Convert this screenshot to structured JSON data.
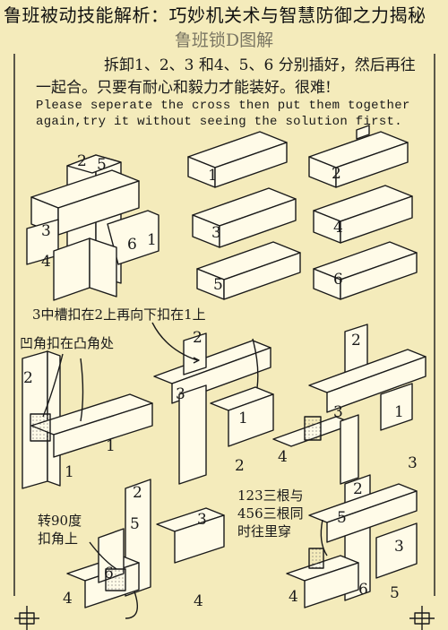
{
  "caption": "鲁班被动技能解析：巧妙机关术与智慧防御之力揭秘",
  "diagram_title": "鲁班锁D图解",
  "instruction_cn_line1": "拆卸1、2、3 和4、5、6 分别插好，然后再往",
  "instruction_cn_line2": "一起合。只要有耐心和毅力才能装好。很难!",
  "instruction_en_line1": "Please seperate the cross then put them together",
  "instruction_en_line2": "again,try it without seeing the solution first.",
  "piece_labels": [
    "1",
    "2",
    "3",
    "4",
    "5",
    "6"
  ],
  "note_step_a": "3中槽扣在2上再向下扣在1上",
  "note_step_b": "凹角扣在凸角处",
  "note_step_c": "转90度",
  "note_step_d": "扣角上",
  "note_step_e1": "123三根与",
  "note_step_e2": "456三根同",
  "note_step_e3": "时往里穿",
  "step_numbers": [
    "1",
    "2",
    "3",
    "4",
    "5"
  ],
  "colors": {
    "paper": "#f4ebbb",
    "ink": "#1a1a1a",
    "block": "#fffbe8"
  }
}
